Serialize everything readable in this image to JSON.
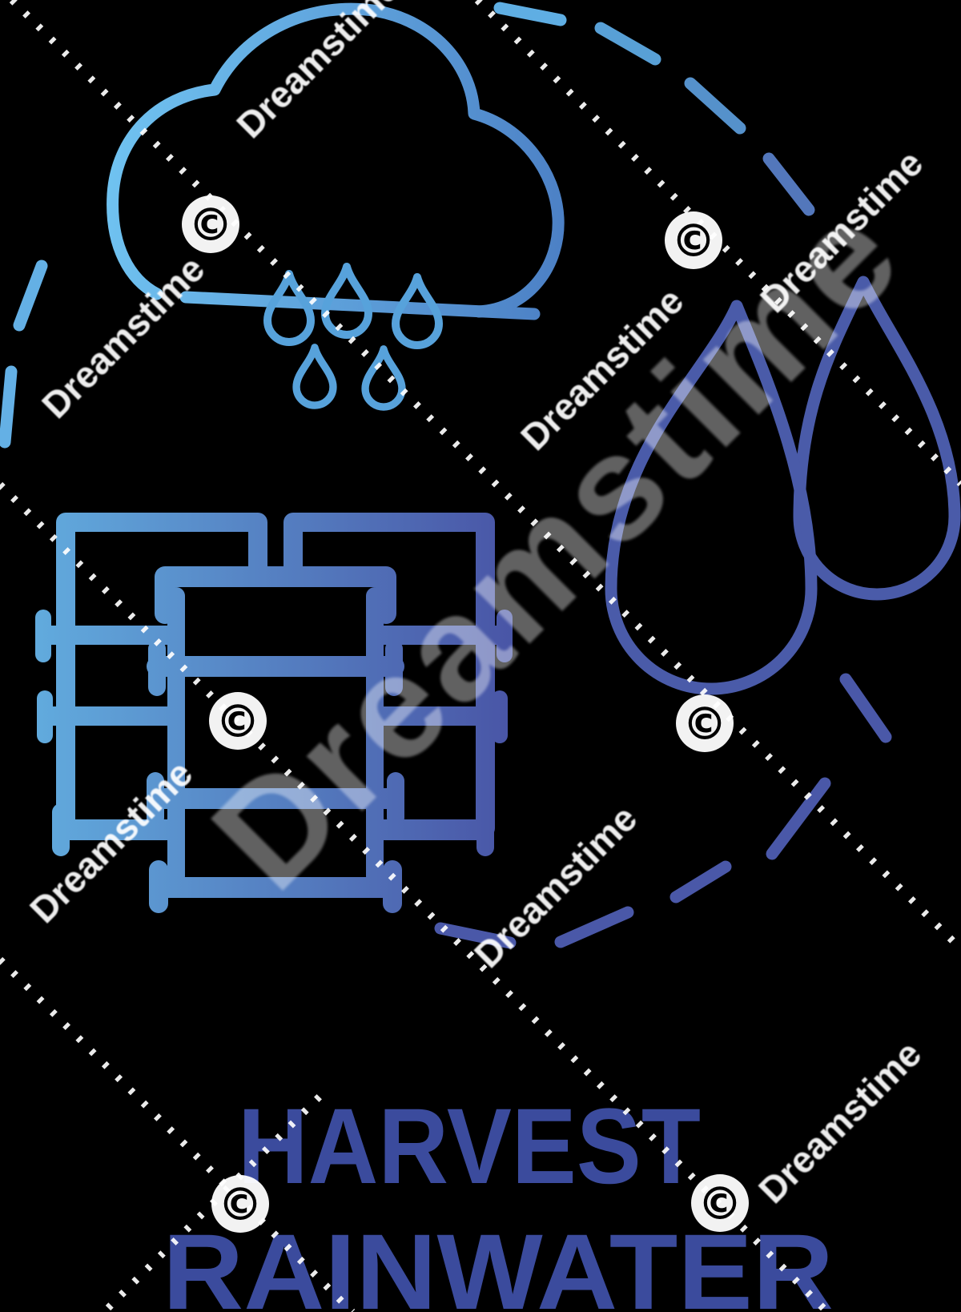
{
  "title": {
    "line1": "HARVEST",
    "line2": "RAINWATER"
  },
  "watermark": {
    "text": "Dreamstime",
    "copyright_symbol": "©"
  },
  "icons": {
    "cloud": "rain-cloud-outline",
    "drops": "falling-raindrops-outline",
    "big_drops": "double-water-drop-outline",
    "barrel": "rain-barrel-group-outline",
    "circle": "hand-drawn-dashed-circle"
  },
  "colors": {
    "background": "#000000",
    "cloud_light": "#70C3F1",
    "cloud_dark": "#4C80C5",
    "rain_drop": "#57A2DB",
    "water_drop": "#4A5BA9",
    "barrel_light": "#61AADD",
    "barrel_dark": "#4955A6",
    "dash_light": "#64B0E5",
    "dash_mid1": "#5FAEE3",
    "dash_mid2": "#58A0D6",
    "dash_mid3": "#5591CB",
    "dash_mid4": "#5377BB",
    "dash_dark": "#4A58A8",
    "title": "#3B4B9D",
    "watermark": "#FFFFFF"
  }
}
